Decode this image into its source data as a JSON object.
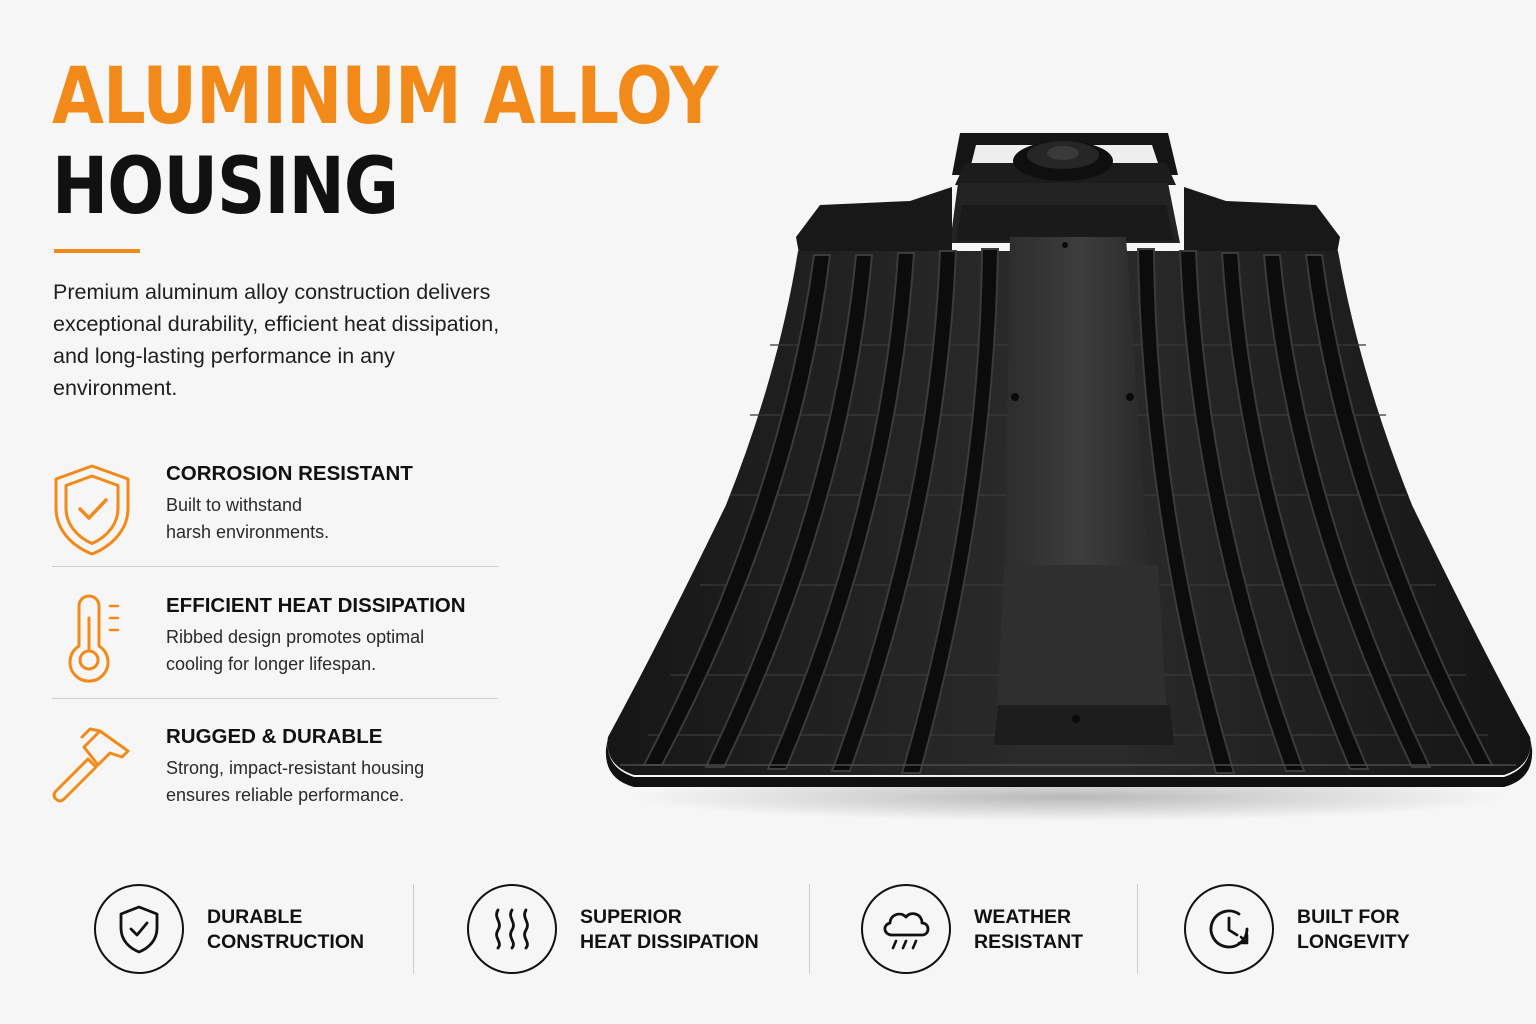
{
  "header": {
    "title_line1": "ALUMINUM ALLOY",
    "title_line2": "HOUSING",
    "accent_color": "#f28a1a"
  },
  "intro": "Premium aluminum alloy construction delivers exceptional durability, efficient heat dissipation, and long-lasting performance in any environment.",
  "features": [
    {
      "icon": "shield-check-icon",
      "title": "CORROSION RESISTANT",
      "desc_line1": "Built to withstand",
      "desc_line2": "harsh environments."
    },
    {
      "icon": "thermometer-icon",
      "title": "EFFICIENT HEAT DISSIPATION",
      "desc_line1": "Ribbed design promotes optimal",
      "desc_line2": "cooling for longer lifespan."
    },
    {
      "icon": "hammer-icon",
      "title": "RUGGED & DURABLE",
      "desc_line1": "Strong, impact-resistant housing",
      "desc_line2": "ensures reliable performance."
    }
  ],
  "badges": [
    {
      "icon": "shield-check-icon",
      "line1": "DURABLE",
      "line2": "CONSTRUCTION"
    },
    {
      "icon": "heat-waves-icon",
      "line1": "SUPERIOR",
      "line2": "HEAT DISSIPATION"
    },
    {
      "icon": "cloud-rain-icon",
      "line1": "WEATHER",
      "line2": "RESISTANT"
    },
    {
      "icon": "clock-icon",
      "line1": "BUILT FOR",
      "line2": "LONGEVITY"
    }
  ]
}
